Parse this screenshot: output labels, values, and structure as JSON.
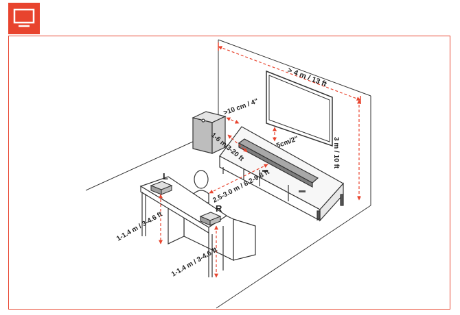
{
  "icon": "tv-monitor-icon",
  "colors": {
    "accent": "#e8442e",
    "line": "#333333"
  },
  "labels": {
    "width": "> 4 m / 13 ft",
    "height": "3 m / 10 ft",
    "subwoofer_gap": ">10 cm / 4\"",
    "subwoofer_distance": "1-6 m/3-20 ft",
    "tv_gap": "5cm/2\"",
    "seating_distance": "2.5-3.0 m / 8.2-9.8 ft",
    "left_speaker_height": "1-1.4 m / 3-4.6 ft",
    "right_speaker_height": "1-1.4 m / 3-4.6 ft",
    "left_speaker": "L",
    "right_speaker": "R"
  }
}
